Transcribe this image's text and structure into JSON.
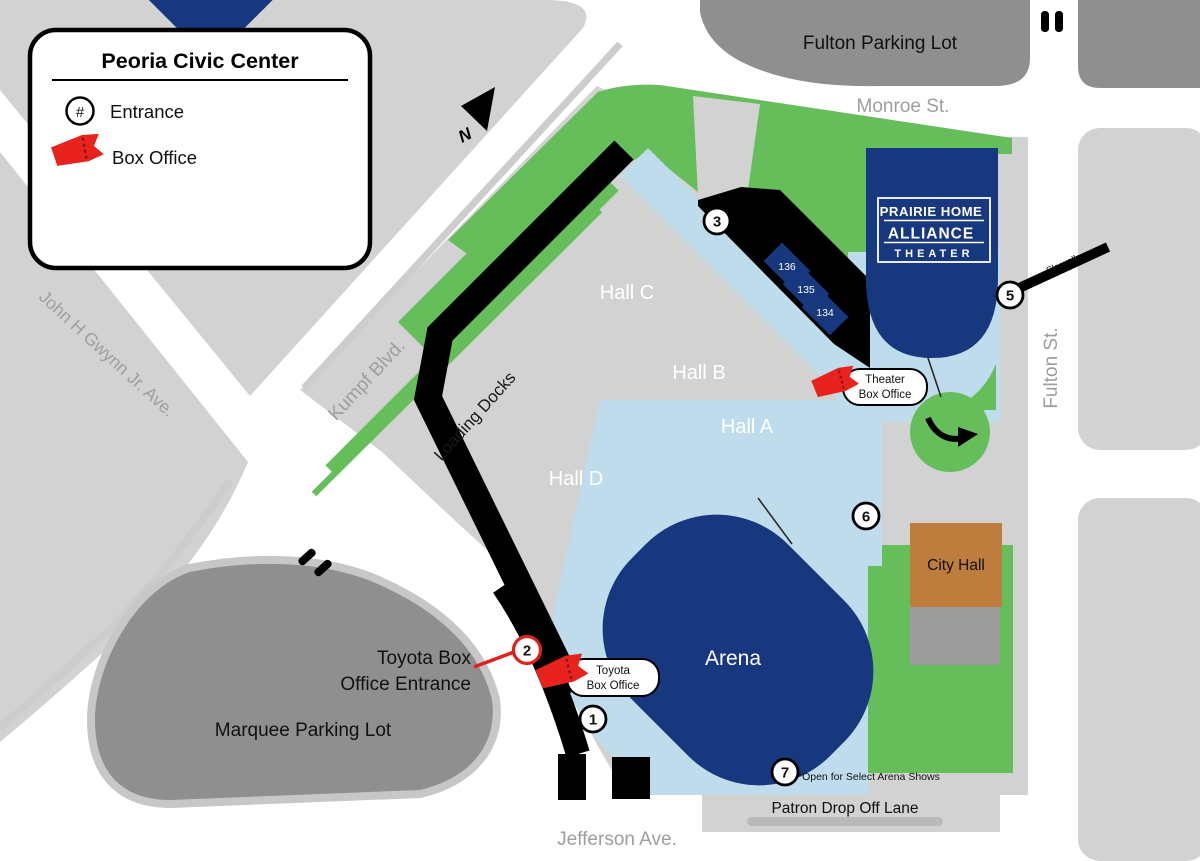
{
  "legend": {
    "title": "Peoria Civic Center",
    "entrance_symbol": "#",
    "entrance_label": "Entrance",
    "box_office_label": "Box Office"
  },
  "north_label": "N",
  "streets": {
    "monroe": "Monroe St.",
    "fulton": "Fulton St.",
    "jefferson": "Jefferson Ave.",
    "kumpf": "Kumpf Blvd.",
    "john_gwynn": "John H Gwynn Jr. Ave."
  },
  "parking": {
    "fulton": "Fulton Parking Lot",
    "marquee": "Marquee Parking Lot"
  },
  "buildings": {
    "hall_a": "Hall A",
    "hall_b": "Hall B",
    "hall_c": "Hall C",
    "hall_d": "Hall D",
    "arena": "Arena",
    "city_hall": "City Hall",
    "theater": {
      "line1": "PRAIRIE HOME",
      "line2": "ALLIANCE",
      "line3": "THEATER"
    }
  },
  "labels": {
    "loading_docks": "Loading Docks",
    "skywalk": "Skywalk",
    "patron_lane": "Patron Drop Off Lane",
    "arena_note": "*Open for Select Arena Shows",
    "toyota_entrance": {
      "line1": "Toyota Box",
      "line2": "Office Entrance"
    }
  },
  "rooms": [
    "136",
    "135",
    "134"
  ],
  "entrances": [
    {
      "number": "1"
    },
    {
      "number": "2"
    },
    {
      "number": "3"
    },
    {
      "number": "5"
    },
    {
      "number": "6"
    },
    {
      "number": "7"
    }
  ],
  "box_offices": {
    "theater": {
      "line1": "Theater",
      "line2": "Box Office"
    },
    "toyota": {
      "line1": "Toyota",
      "line2": "Box Office"
    }
  },
  "colors": {
    "building_blue": "#17377E",
    "concourse_blue": "#BEDCEC",
    "park_green": "#66BE5B",
    "parcel_gray": "#D2D2D2",
    "parking_gray": "#8F8F8F",
    "city_hall_brown": "#BE7C3D",
    "ticket_red": "#E8231E",
    "street_text_gray": "#9E9E9E"
  }
}
